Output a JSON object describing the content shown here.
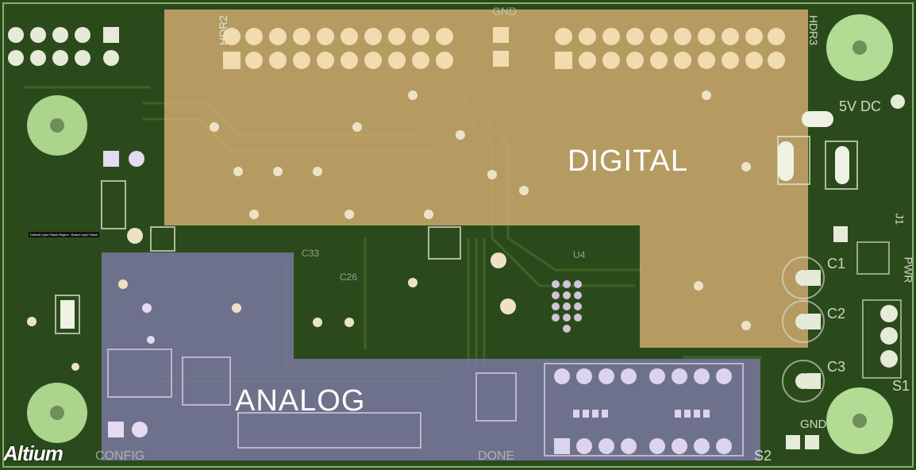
{
  "app": {
    "logo": "Altium"
  },
  "regions": {
    "digital_label": "DIGITAL",
    "analog_label": "ANALOG"
  },
  "silkscreen": {
    "hdr2": "HDR2",
    "hdr3": "HDR3",
    "gnd_top": "GND",
    "gnd_bottom": "GND",
    "power": "5V DC",
    "c1": "C1",
    "c2": "C2",
    "c3": "C3",
    "j1": "J1",
    "pwr": "PWR",
    "s1": "S1",
    "s2": "S2",
    "config": "CONFIG",
    "done": "DONE",
    "u4": "U4",
    "c26": "C26",
    "c33": "C33"
  },
  "tooltip": {
    "text": "Default Layer Stack Region : Board Layer Stack"
  },
  "colors": {
    "board": "#2c4a1c",
    "digital_region": "#d4ad73",
    "analog_region": "#7f7aa8",
    "pad": "#e8dcc0",
    "mount_hole": "#b9e39a"
  }
}
